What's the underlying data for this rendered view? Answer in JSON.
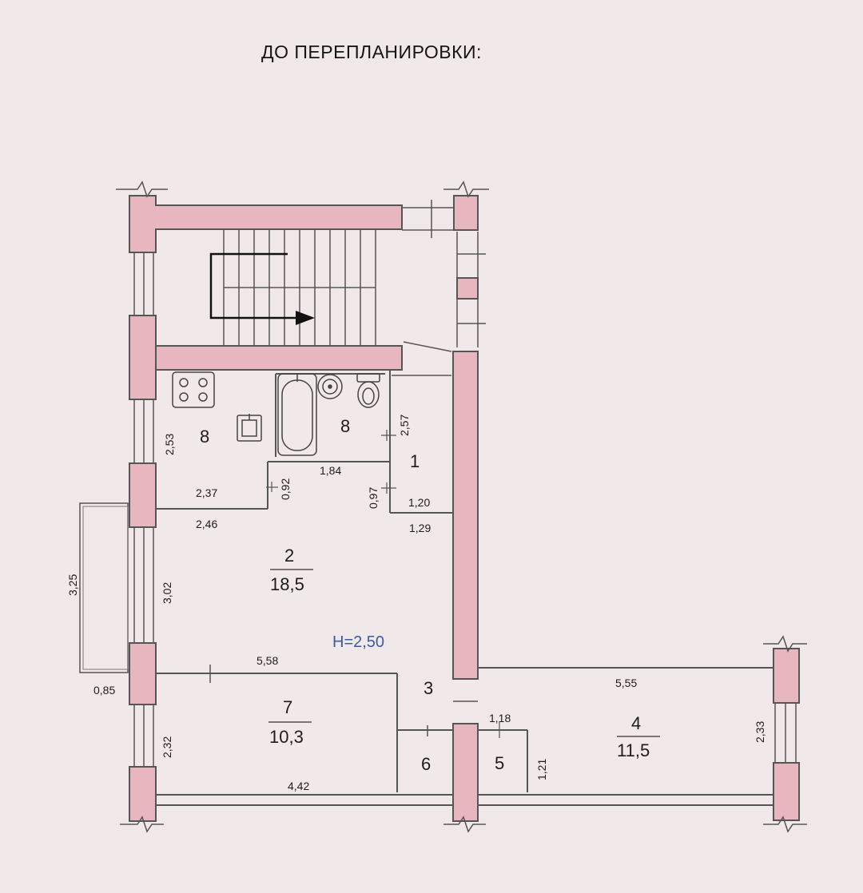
{
  "title": "ДО ПЕРЕПЛАНИРОВКИ:",
  "ceiling_height": "H=2,50",
  "colors": {
    "wall_fill": "#e8b6bf",
    "wall_stroke": "#555555",
    "paper": "#f1e8ea",
    "height_label": "#3b5aa8"
  },
  "rooms": {
    "r8_kitchen": {
      "number": "8"
    },
    "r8_bath": {
      "number": "8"
    },
    "r1": {
      "number": "1"
    },
    "r2": {
      "number": "2",
      "area": "18,5"
    },
    "r3": {
      "number": "3"
    },
    "r4": {
      "number": "4",
      "area": "11,5"
    },
    "r5": {
      "number": "5"
    },
    "r6": {
      "number": "6"
    },
    "r7": {
      "number": "7",
      "area": "10,3"
    }
  },
  "dimensions": {
    "d253": "2,53",
    "d237": "2,37",
    "d092": "0,92",
    "d184": "1,84",
    "d257": "2,57",
    "d097": "0,97",
    "d120": "1,20",
    "d246": "2,46",
    "d129": "1,29",
    "d325": "3,25",
    "d302": "3,02",
    "d558": "5,58",
    "d085": "0,85",
    "d555": "5,55",
    "d118": "1,18",
    "d232": "2,32",
    "d121": "1,21",
    "d233": "2,33",
    "d442": "4,42"
  }
}
